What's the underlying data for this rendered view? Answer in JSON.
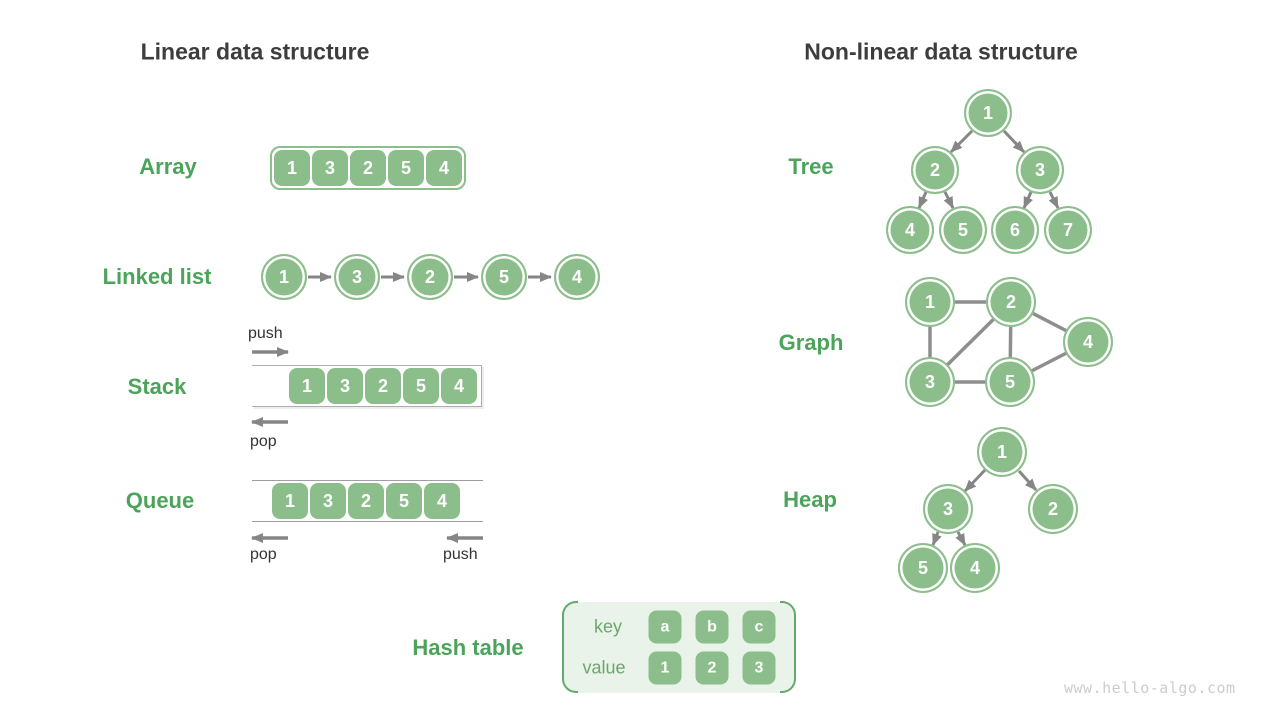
{
  "linear": {
    "title": "Linear data structure",
    "array": {
      "label": "Array",
      "cells": [
        "1",
        "3",
        "2",
        "5",
        "4"
      ]
    },
    "linked_list": {
      "label": "Linked list",
      "nodes": [
        "1",
        "3",
        "2",
        "5",
        "4"
      ]
    },
    "stack": {
      "label": "Stack",
      "cells": [
        "1",
        "3",
        "2",
        "5",
        "4"
      ],
      "push_label": "push",
      "pop_label": "pop"
    },
    "queue": {
      "label": "Queue",
      "cells": [
        "1",
        "3",
        "2",
        "5",
        "4"
      ],
      "push_label": "push",
      "pop_label": "pop"
    },
    "hash_table": {
      "label": "Hash table",
      "key_label": "key",
      "value_label": "value",
      "keys": [
        "a",
        "b",
        "c"
      ],
      "values": [
        "1",
        "2",
        "3"
      ]
    }
  },
  "nonlinear": {
    "title": "Non-linear data structure",
    "tree": {
      "label": "Tree",
      "nodes": [
        "1",
        "2",
        "3",
        "4",
        "5",
        "6",
        "7"
      ],
      "edges": [
        [
          "1",
          "2"
        ],
        [
          "1",
          "3"
        ],
        [
          "2",
          "4"
        ],
        [
          "2",
          "5"
        ],
        [
          "3",
          "6"
        ],
        [
          "3",
          "7"
        ]
      ]
    },
    "graph": {
      "label": "Graph",
      "nodes": [
        "1",
        "2",
        "3",
        "4",
        "5"
      ],
      "edges": [
        [
          "1",
          "2"
        ],
        [
          "1",
          "3"
        ],
        [
          "2",
          "3"
        ],
        [
          "2",
          "4"
        ],
        [
          "2",
          "5"
        ],
        [
          "3",
          "5"
        ],
        [
          "5",
          "4"
        ]
      ]
    },
    "heap": {
      "label": "Heap",
      "nodes": [
        "1",
        "3",
        "2",
        "5",
        "4"
      ],
      "edges": [
        [
          "1",
          "3"
        ],
        [
          "1",
          "2"
        ],
        [
          "3",
          "5"
        ],
        [
          "3",
          "4"
        ]
      ]
    }
  },
  "watermark": {
    "text": "www.hello-algo.com"
  },
  "colors": {
    "node_green": "#8cbe8c",
    "label_green": "#4ca35a",
    "title_gray": "#3d3d3d",
    "arrow_gray": "#868686",
    "hash_bg": "#e9f3e9",
    "hash_bracket_green": "#63a96a",
    "watermark_gray": "#cccccc"
  }
}
